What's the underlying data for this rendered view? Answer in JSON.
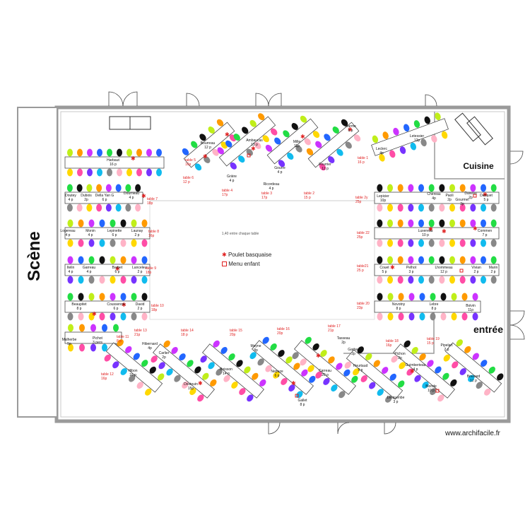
{
  "colors": {
    "seats": [
      "#c0ee1a",
      "#ffd800",
      "#ff9a00",
      "#ff4da6",
      "#cc33ff",
      "#7733ff",
      "#2266ff",
      "#11bbee",
      "#22dd44",
      "#888888",
      "#111111",
      "#ffb3c6"
    ],
    "annotation": "#e02020",
    "walls": "#999999"
  },
  "room": {
    "stage_label": "Scène",
    "kitchen_label": "Cuisine",
    "entrance_label": "entrée",
    "footer": "www.archifacile.fr",
    "spacing_note": "1,40 entre chaque table"
  },
  "legend": {
    "star_label": "Poulet basquaise",
    "square_label": "Menu enfant"
  },
  "tables": [
    {
      "name": "Harbaut",
      "count": "16 p"
    },
    {
      "name": "Doutey",
      "count": "4 p"
    },
    {
      "name": "Dubois",
      "count": "2p"
    },
    {
      "name": "Della Yan G",
      "count": "6 p"
    },
    {
      "name": "Dourneau",
      "count": "4 p"
    },
    {
      "name": "Logereau",
      "count": "4 p"
    },
    {
      "name": "Monin",
      "count": "4 p"
    },
    {
      "name": "Lepinette",
      "count": "6 p"
    },
    {
      "name": "Launay",
      "count": "2 p"
    },
    {
      "name": "Itelin",
      "count": "4 p"
    },
    {
      "name": "Garreau",
      "count": "4 p"
    },
    {
      "name": "Barbet",
      "count": "6 p"
    },
    {
      "name": "Lanceleur",
      "count": "2 p"
    },
    {
      "name": "Beaupitet",
      "count": "8 p"
    },
    {
      "name": "Coussenon",
      "count": "6 p"
    },
    {
      "name": "David",
      "count": "2 p"
    },
    {
      "name": "Malherbe",
      "count": "5p"
    },
    {
      "name": "Pichot",
      "count": "3 pers"
    },
    {
      "name": "Bourreau",
      "count": "12 p"
    },
    {
      "name": "Grière",
      "count": "4 p"
    },
    {
      "name": "Ambaucas",
      "count": "13 p"
    },
    {
      "name": "Gourre",
      "count": "4 p"
    },
    {
      "name": "Ricordeau",
      "count": "4 p"
    },
    {
      "name": "Mille",
      "count": "11p"
    },
    {
      "name": "Marme",
      "count": "5 p"
    },
    {
      "name": "Fourrier",
      "count": "12 p"
    },
    {
      "name": "Leclerc",
      "count": "4p"
    },
    {
      "name": "Letessier",
      "count": "12p"
    },
    {
      "name": "Lepicier",
      "count": "10p"
    },
    {
      "name": "Chéreau",
      "count": "4p"
    },
    {
      "name": "Paoli",
      "count": "2p"
    },
    {
      "name": "Gourmel",
      "count": "2p"
    },
    {
      "name": "Daveau",
      "count": "2p"
    },
    {
      "name": "Darquet",
      "count": "5 p"
    },
    {
      "name": "Luxereau",
      "count": "10 p"
    },
    {
      "name": "Commen",
      "count": "7 p"
    },
    {
      "name": "Couet",
      "count": "5 p"
    },
    {
      "name": "Pelhot",
      "count": "3 p"
    },
    {
      "name": "Lhommeau",
      "count": "12 p"
    },
    {
      "name": "Vivian",
      "count": "2 p"
    },
    {
      "name": "Marin",
      "count": "2 p"
    },
    {
      "name": "Novotny",
      "count": "8 p"
    },
    {
      "name": "Lebre",
      "count": "8 p"
    },
    {
      "name": "Boivin",
      "count": "11p"
    },
    {
      "name": "Hibernard",
      "count": "4p"
    },
    {
      "name": "Carlier",
      "count": "2p"
    },
    {
      "name": "Hibon",
      "count": "16 p"
    },
    {
      "name": "Destouin",
      "count": "15p"
    },
    {
      "name": "Boisson",
      "count": "14 p"
    },
    {
      "name": "Moyne",
      "count": "8p"
    },
    {
      "name": "Nepuze",
      "count": "6 p"
    },
    {
      "name": "Gallet",
      "count": "8 p"
    },
    {
      "name": "Carreau",
      "count": "20 p"
    },
    {
      "name": "Tasseau",
      "count": "2p"
    },
    {
      "name": "Garber",
      "count": "2p"
    },
    {
      "name": "Heurtaud",
      "count": "5 p"
    },
    {
      "name": "Pichon",
      "count": "2p"
    },
    {
      "name": "Guimberteau",
      "count": "4 p"
    },
    {
      "name": "Lesquenbe",
      "count": "3 p"
    },
    {
      "name": "Blonde",
      "count": "10 p"
    },
    {
      "name": "Pipelart",
      "count": "2 p"
    },
    {
      "name": "Bousard",
      "count": "12 p"
    }
  ],
  "table_numbers": [
    {
      "label": "table 1",
      "count": "16 p"
    },
    {
      "label": "table 2",
      "count": "15 p"
    },
    {
      "label": "table 3",
      "count": "17p"
    },
    {
      "label": "table 4",
      "count": "17p"
    },
    {
      "label": "table 5",
      "count": "16p"
    },
    {
      "label": "table 6",
      "count": "12 p"
    },
    {
      "label": "table 7",
      "count": "18p"
    },
    {
      "label": "table 8",
      "count": "16p"
    },
    {
      "label": "table 9",
      "count": "18p"
    },
    {
      "label": "table 10",
      "count": "18p"
    },
    {
      "label": "table 11",
      "count": "8 p"
    },
    {
      "label": "table 12",
      "count": "16p"
    },
    {
      "label": "table 13",
      "count": "21p"
    },
    {
      "label": "table 14",
      "count": "18 p"
    },
    {
      "label": "table 15",
      "count": "20p"
    },
    {
      "label": "table 16",
      "count": "20p"
    },
    {
      "label": "table 17",
      "count": "21p"
    },
    {
      "label": "table 18",
      "count": "16p"
    },
    {
      "label": "table 19",
      "count": "15 p"
    },
    {
      "label": "table 20",
      "count": "23p"
    },
    {
      "label": "table21",
      "count": "25 p"
    },
    {
      "label": "table 22",
      "count": "25p"
    },
    {
      "label": "table 2y",
      "count": "25p"
    }
  ]
}
